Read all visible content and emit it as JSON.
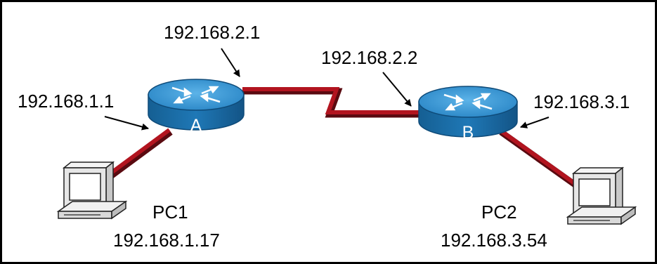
{
  "colors": {
    "link": "#b2141f",
    "link_shadow": "#5a0a10",
    "router_top": "#2f8fd0",
    "router_side": "#1b6ea8",
    "pc_body": "#e6e6e6",
    "pc_screen": "#ffffff",
    "border": "#000000"
  },
  "routers": {
    "a": {
      "name": "A",
      "icon": "router-icon"
    },
    "b": {
      "name": "B",
      "icon": "router-icon"
    }
  },
  "interfaces": {
    "a_lan": "192.168.1.1",
    "a_wan": "192.168.2.1",
    "b_wan": "192.168.2.2",
    "b_lan": "192.168.3.1"
  },
  "hosts": {
    "pc1": {
      "name": "PC1",
      "ip": "192.168.1.17",
      "icon": "desktop-computer-icon"
    },
    "pc2": {
      "name": "PC2",
      "ip": "192.168.3.54",
      "icon": "desktop-computer-icon"
    }
  }
}
